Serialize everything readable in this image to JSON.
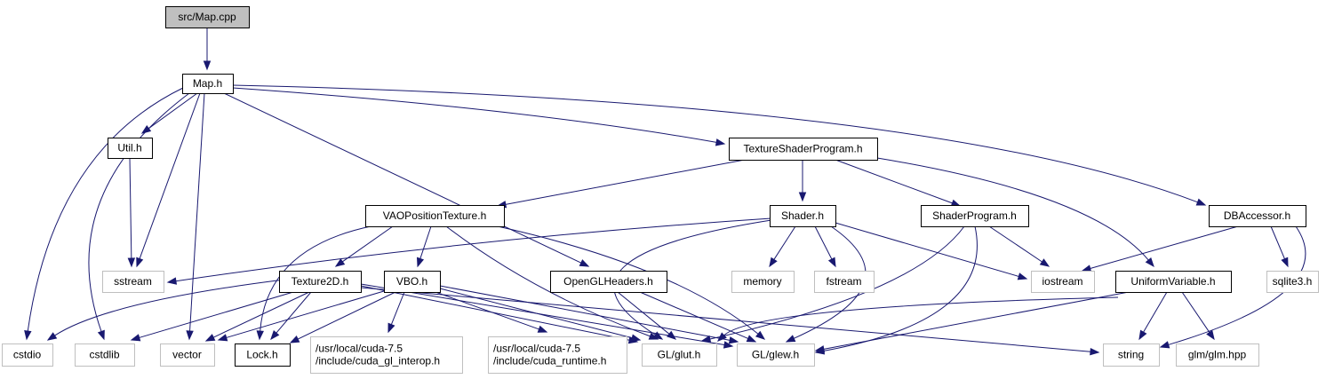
{
  "graph": {
    "nodes": [
      {
        "id": "map_cpp",
        "label": "src/Map.cpp",
        "style": "root",
        "link": false
      },
      {
        "id": "map_h",
        "label": "Map.h",
        "style": "linked",
        "link": true
      },
      {
        "id": "util_h",
        "label": "Util.h",
        "style": "linked",
        "link": true
      },
      {
        "id": "tsp_h",
        "label": "TextureShaderProgram.h",
        "style": "linked",
        "link": true
      },
      {
        "id": "vaopt_h",
        "label": "VAOPositionTexture.h",
        "style": "linked",
        "link": true
      },
      {
        "id": "shader_h",
        "label": "Shader.h",
        "style": "linked",
        "link": true
      },
      {
        "id": "shaderprog_h",
        "label": "ShaderProgram.h",
        "style": "linked",
        "link": true
      },
      {
        "id": "dbaccessor_h",
        "label": "DBAccessor.h",
        "style": "linked",
        "link": true
      },
      {
        "id": "sstream",
        "label": "sstream",
        "style": "system",
        "link": false
      },
      {
        "id": "texture2d_h",
        "label": "Texture2D.h",
        "style": "linked",
        "link": true
      },
      {
        "id": "vbo_h",
        "label": "VBO.h",
        "style": "linked",
        "link": true
      },
      {
        "id": "openglheaders_h",
        "label": "OpenGLHeaders.h",
        "style": "linked",
        "link": true
      },
      {
        "id": "memory",
        "label": "memory",
        "style": "system",
        "link": false
      },
      {
        "id": "fstream",
        "label": "fstream",
        "style": "system",
        "link": false
      },
      {
        "id": "iostream",
        "label": "iostream",
        "style": "system",
        "link": false
      },
      {
        "id": "uniformvariable_h",
        "label": "UniformVariable.h",
        "style": "linked",
        "link": true
      },
      {
        "id": "sqlite3_h",
        "label": "sqlite3.h",
        "style": "system",
        "link": false
      },
      {
        "id": "cstdio",
        "label": "cstdio",
        "style": "system",
        "link": false
      },
      {
        "id": "cstdlib",
        "label": "cstdlib",
        "style": "system",
        "link": false
      },
      {
        "id": "vector",
        "label": "vector",
        "style": "system",
        "link": false
      },
      {
        "id": "lock_h",
        "label": "Lock.h",
        "style": "linked",
        "link": true
      },
      {
        "id": "cuda_gl_interop",
        "label": "/usr/local/cuda-7.5\n/include/cuda_gl_interop.h",
        "style": "system",
        "link": false
      },
      {
        "id": "cuda_runtime",
        "label": "/usr/local/cuda-7.5\n/include/cuda_runtime.h",
        "style": "system",
        "link": false
      },
      {
        "id": "gl_glut_h",
        "label": "GL/glut.h",
        "style": "system",
        "link": false
      },
      {
        "id": "gl_glew_h",
        "label": "GL/glew.h",
        "style": "system",
        "link": false
      },
      {
        "id": "string",
        "label": "string",
        "style": "system",
        "link": false
      },
      {
        "id": "glm_hpp",
        "label": "glm/glm.hpp",
        "style": "system",
        "link": false
      }
    ],
    "edges": [
      {
        "from": "map_cpp",
        "to": "map_h"
      },
      {
        "from": "map_h",
        "to": "util_h"
      },
      {
        "from": "map_h",
        "to": "tsp_h"
      },
      {
        "from": "map_h",
        "to": "dbaccessor_h"
      },
      {
        "from": "map_h",
        "to": "sstream"
      },
      {
        "from": "map_h",
        "to": "openglheaders_h"
      },
      {
        "from": "map_h",
        "to": "cstdio"
      },
      {
        "from": "map_h",
        "to": "cstdlib"
      },
      {
        "from": "map_h",
        "to": "vector"
      },
      {
        "from": "util_h",
        "to": "sstream"
      },
      {
        "from": "tsp_h",
        "to": "vaopt_h"
      },
      {
        "from": "tsp_h",
        "to": "shader_h"
      },
      {
        "from": "tsp_h",
        "to": "shaderprog_h"
      },
      {
        "from": "tsp_h",
        "to": "uniformvariable_h"
      },
      {
        "from": "vaopt_h",
        "to": "texture2d_h"
      },
      {
        "from": "vaopt_h",
        "to": "vbo_h"
      },
      {
        "from": "vaopt_h",
        "to": "lock_h"
      },
      {
        "from": "vaopt_h",
        "to": "gl_glut_h"
      },
      {
        "from": "vaopt_h",
        "to": "gl_glew_h"
      },
      {
        "from": "shader_h",
        "to": "sstream"
      },
      {
        "from": "shader_h",
        "to": "memory"
      },
      {
        "from": "shader_h",
        "to": "fstream"
      },
      {
        "from": "shader_h",
        "to": "iostream"
      },
      {
        "from": "shader_h",
        "to": "gl_glut_h"
      },
      {
        "from": "shader_h",
        "to": "gl_glew_h"
      },
      {
        "from": "shaderprog_h",
        "to": "iostream"
      },
      {
        "from": "shaderprog_h",
        "to": "gl_glut_h"
      },
      {
        "from": "shaderprog_h",
        "to": "gl_glew_h"
      },
      {
        "from": "dbaccessor_h",
        "to": "iostream"
      },
      {
        "from": "dbaccessor_h",
        "to": "sqlite3_h"
      },
      {
        "from": "dbaccessor_h",
        "to": "string"
      },
      {
        "from": "texture2d_h",
        "to": "cstdio"
      },
      {
        "from": "texture2d_h",
        "to": "cstdlib"
      },
      {
        "from": "texture2d_h",
        "to": "vector"
      },
      {
        "from": "texture2d_h",
        "to": "lock_h"
      },
      {
        "from": "texture2d_h",
        "to": "gl_glut_h"
      },
      {
        "from": "texture2d_h",
        "to": "gl_glew_h"
      },
      {
        "from": "texture2d_h",
        "to": "string"
      },
      {
        "from": "vbo_h",
        "to": "vector"
      },
      {
        "from": "vbo_h",
        "to": "lock_h"
      },
      {
        "from": "vbo_h",
        "to": "cuda_gl_interop"
      },
      {
        "from": "vbo_h",
        "to": "cuda_runtime"
      },
      {
        "from": "vbo_h",
        "to": "gl_glut_h"
      },
      {
        "from": "vbo_h",
        "to": "gl_glew_h"
      },
      {
        "from": "openglheaders_h",
        "to": "gl_glut_h"
      },
      {
        "from": "openglheaders_h",
        "to": "gl_glew_h"
      },
      {
        "from": "uniformvariable_h",
        "to": "string"
      },
      {
        "from": "uniformvariable_h",
        "to": "glm_hpp"
      },
      {
        "from": "uniformvariable_h",
        "to": "gl_glut_h"
      },
      {
        "from": "uniformvariable_h",
        "to": "gl_glew_h"
      }
    ]
  },
  "colors": {
    "edge": "#191970",
    "root_fill": "#bfbfbf",
    "root_border": "#000000",
    "linked_fill": "#ffffff",
    "linked_border": "#000000",
    "system_fill": "#ffffff",
    "system_border": "#bfbfbf",
    "system_text": "#000000"
  }
}
